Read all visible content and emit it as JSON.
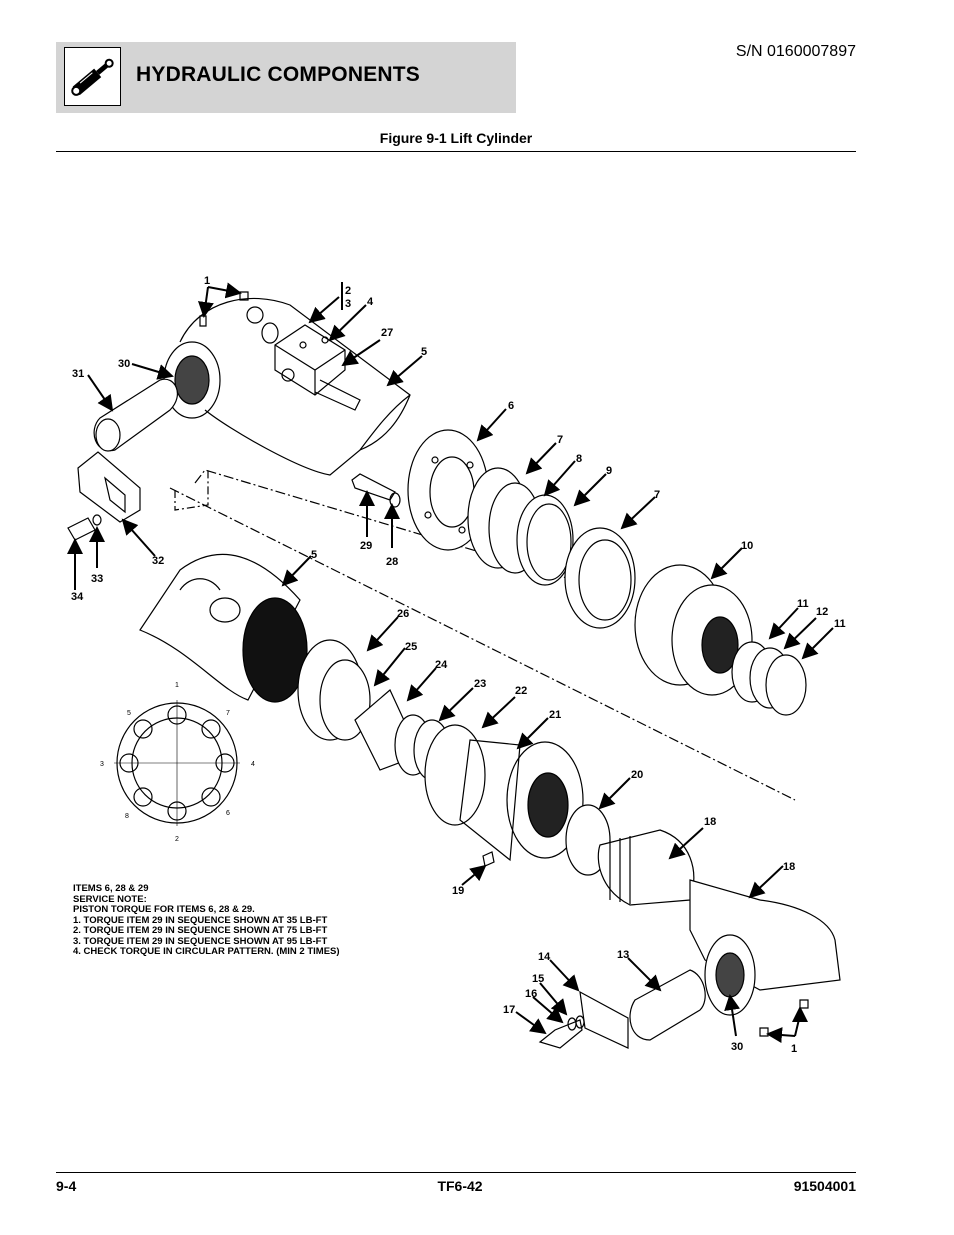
{
  "header": {
    "section_title": "HYDRAULIC COMPONENTS",
    "serial_number": "S/N 0160007897",
    "icon": "hydraulic-cylinder-icon"
  },
  "figure": {
    "title": "Figure 9-1 Lift Cylinder",
    "callouts": [
      "1",
      "2",
      "3",
      "4",
      "27",
      "5",
      "30",
      "31",
      "6",
      "7",
      "8",
      "9",
      "7",
      "10",
      "11",
      "12",
      "11",
      "29",
      "28",
      "32",
      "33",
      "34",
      "5",
      "26",
      "25",
      "24",
      "23",
      "22",
      "21",
      "20",
      "18",
      "18",
      "19",
      "14",
      "15",
      "16",
      "17",
      "13",
      "30",
      "1"
    ],
    "bolt_pattern_labels": [
      "1",
      "5",
      "7",
      "3",
      "4",
      "8",
      "6",
      "2"
    ]
  },
  "notes": {
    "lines": [
      "ITEMS 6, 28 & 29",
      "SERVICE NOTE:",
      "PISTON TORQUE FOR ITEMS 6, 28 & 29.",
      "1.   TORQUE ITEM 29 IN SEQUENCE SHOWN AT 35 LB-FT",
      "2.   TORQUE ITEM 29 IN SEQUENCE SHOWN AT 75 LB-FT",
      "3.   TORQUE ITEM 29 IN SEQUENCE SHOWN AT 95 LB-FT",
      "4.   CHECK TORQUE IN CIRCULAR PATTERN. (MIN 2 TIMES)"
    ]
  },
  "footer": {
    "page": "9-4",
    "model": "TF6-42",
    "doc_number": "91504001"
  }
}
